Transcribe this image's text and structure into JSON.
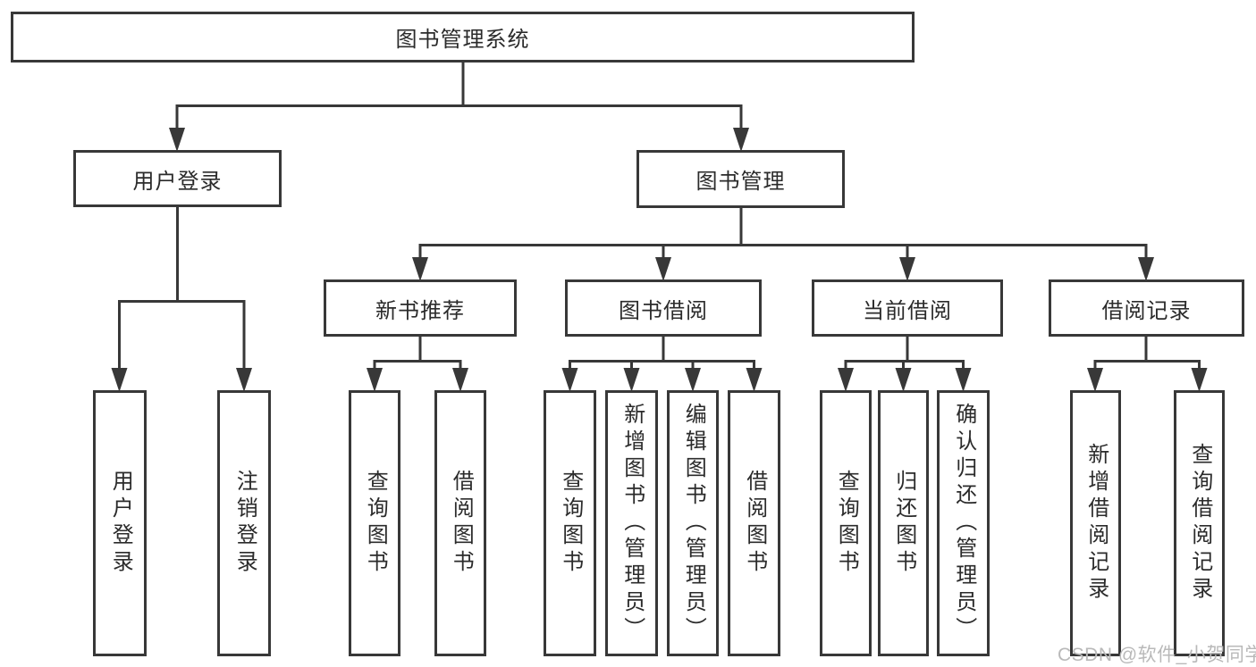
{
  "diagram_title": "图书管理系统",
  "nodes": {
    "root": "图书管理系统",
    "level2": [
      "用户登录",
      "图书管理"
    ],
    "level3": [
      "新书推荐",
      "图书借阅",
      "当前借阅",
      "借阅记录"
    ],
    "leaves_login": [
      "用户登录",
      "注销登录"
    ],
    "leaves_recommend": [
      "查询图书",
      "借阅图书"
    ],
    "leaves_borrow": [
      "查询图书",
      "新增图书（管理员）",
      "编辑图书（管理员）",
      "借阅图书"
    ],
    "leaves_current": [
      "查询图书",
      "归还图书",
      "确认归还（管理员）"
    ],
    "leaves_records": [
      "新增借阅记录",
      "查询借阅记录"
    ]
  },
  "watermark": "CSDN @软件_小贺同学",
  "colors": {
    "line": "#383838",
    "box_border": "#383838",
    "text": "#2b2b2b",
    "watermark": "#b9b9b9",
    "background": "#ffffff"
  }
}
